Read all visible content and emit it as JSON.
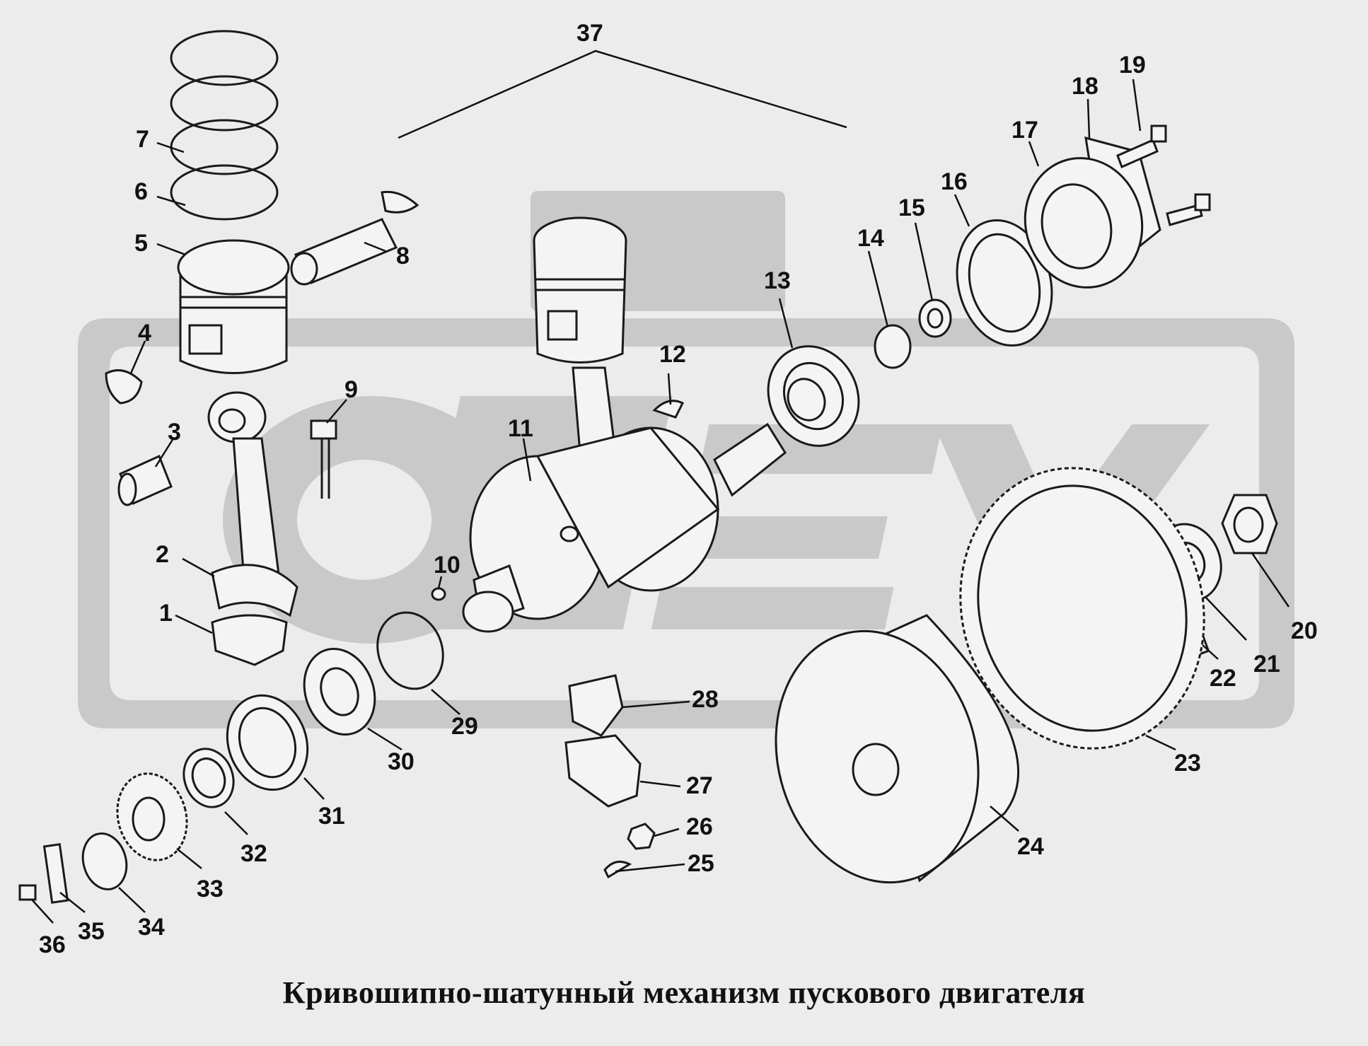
{
  "title": "Кривошипно-шатунный механизм пускового двигателя",
  "watermark": {
    "text": "ОПЕХ",
    "color": "#c8c8c8"
  },
  "callouts": [
    {
      "n": "1"
    },
    {
      "n": "2"
    },
    {
      "n": "3"
    },
    {
      "n": "4"
    },
    {
      "n": "5"
    },
    {
      "n": "6"
    },
    {
      "n": "7"
    },
    {
      "n": "8"
    },
    {
      "n": "9"
    },
    {
      "n": "10"
    },
    {
      "n": "11"
    },
    {
      "n": "12"
    },
    {
      "n": "13"
    },
    {
      "n": "14"
    },
    {
      "n": "15"
    },
    {
      "n": "16"
    },
    {
      "n": "17"
    },
    {
      "n": "18"
    },
    {
      "n": "19"
    },
    {
      "n": "20"
    },
    {
      "n": "21"
    },
    {
      "n": "22"
    },
    {
      "n": "23"
    },
    {
      "n": "24"
    },
    {
      "n": "25"
    },
    {
      "n": "26"
    },
    {
      "n": "27"
    },
    {
      "n": "28"
    },
    {
      "n": "29"
    },
    {
      "n": "30"
    },
    {
      "n": "31"
    },
    {
      "n": "32"
    },
    {
      "n": "33"
    },
    {
      "n": "34"
    },
    {
      "n": "35"
    },
    {
      "n": "36"
    },
    {
      "n": "37"
    }
  ]
}
